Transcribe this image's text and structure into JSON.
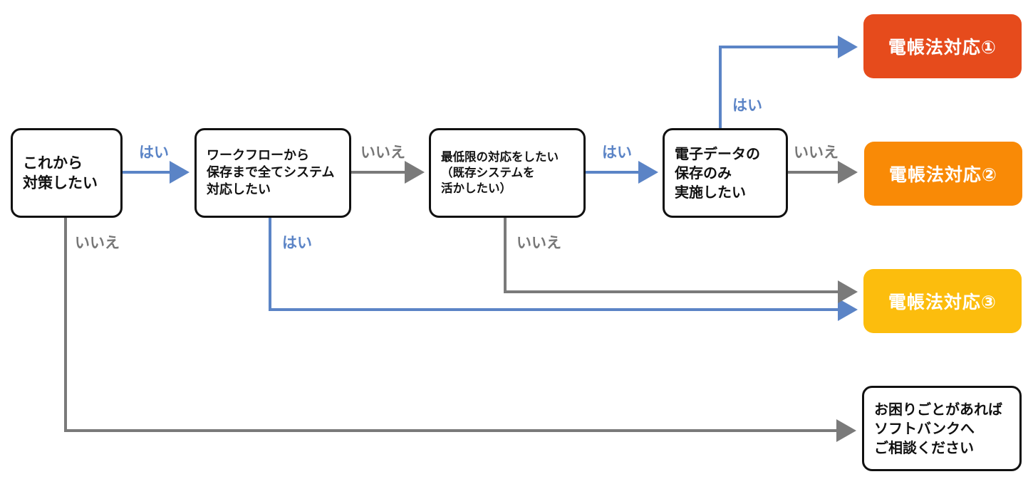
{
  "colors": {
    "yes_line": "#5b84c6",
    "no_line": "#7a7a7a",
    "result1": "#e64b1c",
    "result2": "#f98a06",
    "result3": "#fcbd0d",
    "node_border": "#111111"
  },
  "nodes": {
    "start": "これから\n対策したい",
    "workflow": "ワークフローから\n保存まで全てシステム\n対応したい",
    "minimum": "最低限の対応をしたい\n（既存システムを\n活かしたい）",
    "storage": "電子データの\n保存のみ\n実施したい",
    "consult": "お困りごとがあれば\nソフトバンクへ\nご相談ください"
  },
  "results": {
    "r1": "電帳法対応①",
    "r2": "電帳法対応②",
    "r3": "電帳法対応③"
  },
  "labels": {
    "start_yes": "はい",
    "start_no": "いいえ",
    "workflow_no": "いいえ",
    "workflow_yes": "はい",
    "minimum_yes": "はい",
    "minimum_no": "いいえ",
    "storage_yes": "はい",
    "storage_no": "いいえ"
  },
  "edges": [
    {
      "from": "start",
      "to": "workflow",
      "answer": "yes"
    },
    {
      "from": "start",
      "to": "consult",
      "answer": "no"
    },
    {
      "from": "workflow",
      "to": "minimum",
      "answer": "no"
    },
    {
      "from": "workflow",
      "to": "r3",
      "answer": "yes"
    },
    {
      "from": "minimum",
      "to": "storage",
      "answer": "yes"
    },
    {
      "from": "minimum",
      "to": "r3",
      "answer": "no"
    },
    {
      "from": "storage",
      "to": "r1",
      "answer": "yes"
    },
    {
      "from": "storage",
      "to": "r2",
      "answer": "no"
    }
  ]
}
